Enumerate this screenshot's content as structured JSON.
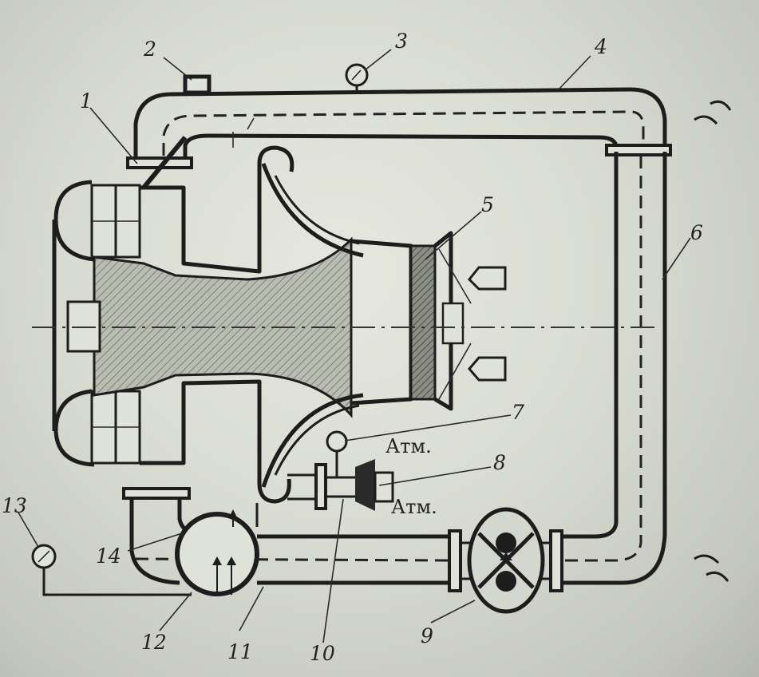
{
  "labels": {
    "l1": "1",
    "l2": "2",
    "l3": "3",
    "l4": "4",
    "l5": "5",
    "l6": "6",
    "l7": "7",
    "l8": "8",
    "l9": "9",
    "l10": "10",
    "l11": "11",
    "l12": "12",
    "l13": "13",
    "l14": "14"
  },
  "annotations": {
    "atm_upper": "Атм.",
    "atm_lower": "Атм."
  },
  "colors": {
    "ink": "#1d1d1d",
    "paper": "#dcdfd5",
    "hatch": "#9a9d92"
  }
}
